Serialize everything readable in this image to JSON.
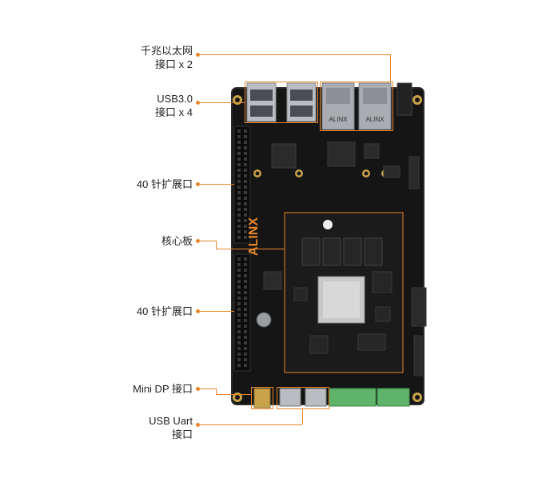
{
  "callouts": [
    {
      "id": "ethernet",
      "lines": [
        "千兆以太网",
        "接口 x 2"
      ]
    },
    {
      "id": "usb3",
      "lines": [
        "USB3.0",
        "接口 x 4"
      ]
    },
    {
      "id": "expansion-top",
      "lines": [
        "40 针扩展口"
      ]
    },
    {
      "id": "core-board",
      "lines": [
        "核心板"
      ]
    },
    {
      "id": "expansion-bottom",
      "lines": [
        "40 针扩展口"
      ]
    },
    {
      "id": "mini-dp",
      "lines": [
        "Mini DP 接口"
      ]
    },
    {
      "id": "usb-uart",
      "lines": [
        "USB Uart",
        "接口"
      ]
    }
  ],
  "board": {
    "brand": "ALINX",
    "rj45_text": "ALINX",
    "colors": {
      "pcb": "#141414",
      "accent": "#e8872a",
      "gold": "#c9a34a",
      "connector_green": "#5fb36a"
    }
  }
}
